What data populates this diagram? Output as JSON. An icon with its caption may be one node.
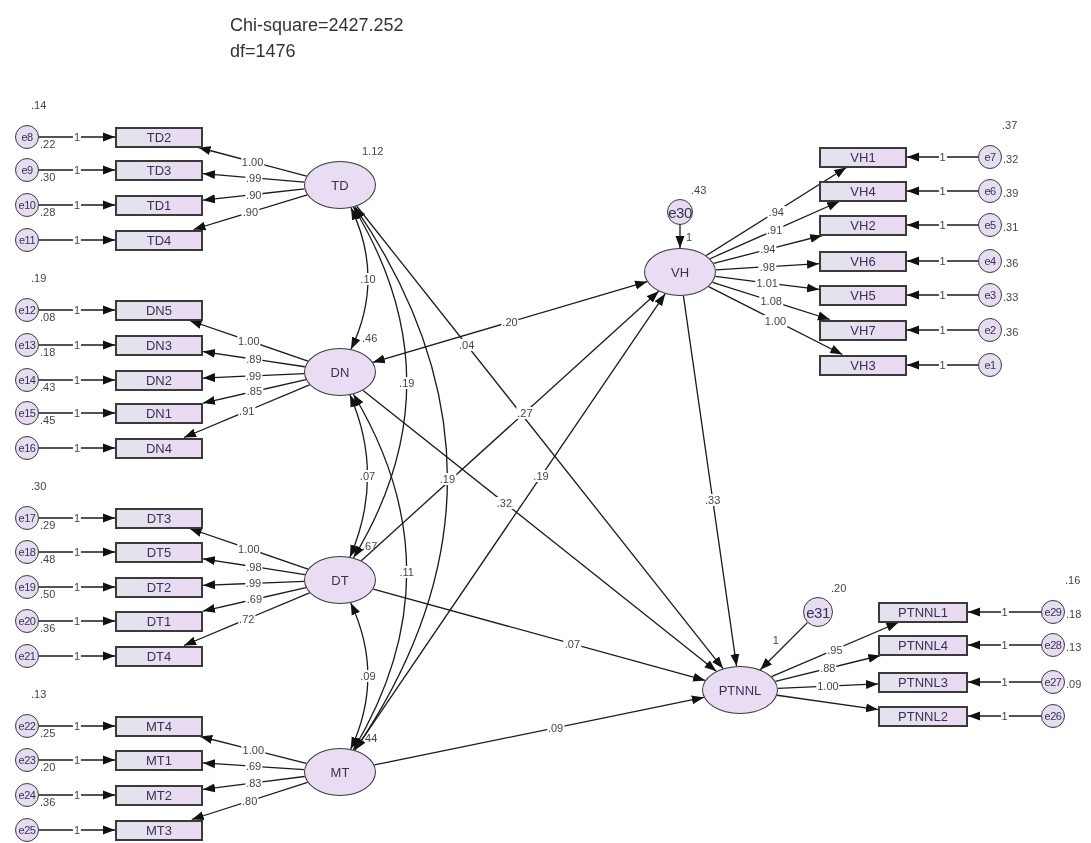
{
  "diagram": {
    "nodes": [
      {
        "text": [
          "TD"
        ],
        "beside": [
          "1.12"
        ]
      },
      {
        "text": [
          "DN"
        ],
        "beside": [
          ".46"
        ]
      },
      {
        "text": [
          "DT"
        ],
        "beside": [
          ".67"
        ]
      },
      {
        "text": [
          "MT"
        ],
        "beside": [
          ".44"
        ]
      },
      {
        "text": [
          "VH"
        ]
      },
      {
        "text": [
          "PTNNL"
        ]
      },
      {
        "text": [
          "e30"
        ],
        "beside": [
          ".43"
        ]
      },
      {
        "text": [
          "e31"
        ],
        "beside": [
          ".20"
        ]
      },
      {
        "text": [
          "TD2"
        ]
      },
      {
        "text": [
          "TD3"
        ]
      },
      {
        "text": [
          "TD1"
        ]
      },
      {
        "text": [
          "TD4"
        ]
      },
      {
        "text": [
          "DN5"
        ]
      },
      {
        "text": [
          "DN3"
        ]
      },
      {
        "text": [
          "DN2"
        ]
      },
      {
        "text": [
          "DN1"
        ]
      },
      {
        "text": [
          "DN4"
        ]
      },
      {
        "text": [
          "DT3"
        ]
      },
      {
        "text": [
          "DT5"
        ]
      },
      {
        "text": [
          "DT2"
        ]
      },
      {
        "text": [
          "DT1"
        ]
      },
      {
        "text": [
          "DT4"
        ]
      },
      {
        "text": [
          "MT4"
        ]
      },
      {
        "text": [
          "MT1"
        ]
      },
      {
        "text": [
          "MT2"
        ]
      },
      {
        "text": [
          "MT3"
        ]
      },
      {
        "text": [
          "VH1"
        ]
      },
      {
        "text": [
          "VH4"
        ]
      },
      {
        "text": [
          "VH2"
        ]
      },
      {
        "text": [
          "VH6"
        ]
      },
      {
        "text": [
          "VH5"
        ]
      },
      {
        "text": [
          "VH7"
        ]
      },
      {
        "text": [
          "VH3"
        ]
      },
      {
        "text": [
          "PTNNL1"
        ]
      },
      {
        "text": [
          "PTNNL4"
        ]
      },
      {
        "text": [
          "PTNNL3"
        ]
      },
      {
        "text": [
          "PTNNL2"
        ]
      },
      {
        "text": [
          "e8"
        ],
        "beside": [
          ".14",
          ".22"
        ]
      },
      {
        "text": [
          "e9"
        ],
        "beside": [
          ".30"
        ]
      },
      {
        "text": [
          "e10"
        ],
        "beside": [
          ".28"
        ]
      },
      {
        "text": [
          "e11"
        ]
      },
      {
        "text": [
          "e12"
        ],
        "beside": [
          ".19",
          ".08"
        ]
      },
      {
        "text": [
          "e13"
        ],
        "beside": [
          ".18"
        ]
      },
      {
        "text": [
          "e14"
        ],
        "beside": [
          ".43"
        ]
      },
      {
        "text": [
          "e15"
        ],
        "beside": [
          ".45"
        ]
      },
      {
        "text": [
          "e16"
        ]
      },
      {
        "text": [
          "e17"
        ],
        "beside": [
          ".30",
          ".29"
        ]
      },
      {
        "text": [
          "e18"
        ],
        "beside": [
          ".48"
        ]
      },
      {
        "text": [
          "e19"
        ],
        "beside": [
          ".50"
        ]
      },
      {
        "text": [
          "e20"
        ],
        "beside": [
          ".36"
        ]
      },
      {
        "text": [
          "e21"
        ]
      },
      {
        "text": [
          "e22"
        ],
        "beside": [
          ".13",
          ".25"
        ]
      },
      {
        "text": [
          "e23"
        ],
        "beside": [
          ".20"
        ]
      },
      {
        "text": [
          "e24"
        ],
        "beside": [
          ".36"
        ]
      },
      {
        "text": [
          "e25"
        ]
      },
      {
        "text": [
          "e7"
        ],
        "beside": [
          ".37",
          ".32"
        ]
      },
      {
        "text": [
          "e6"
        ],
        "beside": [
          ".39"
        ]
      },
      {
        "text": [
          "e5"
        ],
        "beside": [
          ".31"
        ]
      },
      {
        "text": [
          "e4"
        ],
        "beside": [
          ".36"
        ]
      },
      {
        "text": [
          "e3"
        ],
        "beside": [
          ".33"
        ]
      },
      {
        "text": [
          "e2"
        ],
        "beside": [
          ".36"
        ]
      },
      {
        "text": [
          "e1"
        ]
      },
      {
        "text": [
          "e29"
        ],
        "beside": [
          ".16",
          ".18"
        ]
      },
      {
        "text": [
          "e28"
        ],
        "beside": [
          ".13"
        ]
      },
      {
        "text": [
          "e27"
        ],
        "beside": [
          ".09"
        ]
      },
      {
        "text": [
          "e26"
        ]
      }
    ],
    "edges": [
      {
        "from": 0,
        "to": 1,
        "arrow": "both",
        "label": ".10"
      },
      {
        "from": 0,
        "to": 2,
        "arrow": "both",
        "label": ".19"
      },
      {
        "from": 0,
        "to": 3,
        "arrow": "both",
        "label": ".19"
      },
      {
        "from": 1,
        "to": 2,
        "arrow": "both",
        "label": ".07"
      },
      {
        "from": 1,
        "to": 3,
        "arrow": "both",
        "label": ".11"
      },
      {
        "from": 2,
        "to": 3,
        "arrow": "both",
        "label": ".09"
      },
      {
        "from": 1,
        "to": 4,
        "arrow": "both",
        "label": ".20"
      },
      {
        "from": 2,
        "to": 4,
        "arrow": "to",
        "label": ".27"
      },
      {
        "from": 3,
        "to": 4,
        "arrow": "to",
        "label": ".19"
      },
      {
        "from": 0,
        "to": 5,
        "arrow": "to",
        "label": ".04"
      },
      {
        "from": 1,
        "to": 5,
        "arrow": "to",
        "label": ".32"
      },
      {
        "from": 2,
        "to": 5,
        "arrow": "to",
        "label": ".07"
      },
      {
        "from": 3,
        "to": 5,
        "arrow": "to",
        "label": ".09"
      },
      {
        "from": 4,
        "to": 5,
        "arrow": "to",
        "label": ".33"
      },
      {
        "from": 6,
        "to": 4,
        "arrow": "to",
        "label": "1"
      },
      {
        "from": 7,
        "to": 5,
        "arrow": "to",
        "label": "1"
      },
      {
        "from": 0,
        "to": 8,
        "arrow": "to",
        "label": "1.00"
      },
      {
        "from": 0,
        "to": 9,
        "arrow": "to",
        "label": ".99"
      },
      {
        "from": 0,
        "to": 10,
        "arrow": "to",
        "label": ".90"
      },
      {
        "from": 0,
        "to": 11,
        "arrow": "to",
        "label": ".90"
      },
      {
        "from": 1,
        "to": 12,
        "arrow": "to",
        "label": "1.00"
      },
      {
        "from": 1,
        "to": 13,
        "arrow": "to",
        "label": ".89"
      },
      {
        "from": 1,
        "to": 14,
        "arrow": "to",
        "label": ".99"
      },
      {
        "from": 1,
        "to": 15,
        "arrow": "to",
        "label": ".85"
      },
      {
        "from": 1,
        "to": 16,
        "arrow": "to",
        "label": ".91"
      },
      {
        "from": 2,
        "to": 17,
        "arrow": "to",
        "label": "1.00"
      },
      {
        "from": 2,
        "to": 18,
        "arrow": "to",
        "label": ".98"
      },
      {
        "from": 2,
        "to": 19,
        "arrow": "to",
        "label": ".99"
      },
      {
        "from": 2,
        "to": 20,
        "arrow": "to",
        "label": ".69"
      },
      {
        "from": 2,
        "to": 21,
        "arrow": "to",
        "label": ".72"
      },
      {
        "from": 3,
        "to": 22,
        "arrow": "to",
        "label": "1.00"
      },
      {
        "from": 3,
        "to": 23,
        "arrow": "to",
        "label": ".69"
      },
      {
        "from": 3,
        "to": 24,
        "arrow": "to",
        "label": ".83"
      },
      {
        "from": 3,
        "to": 25,
        "arrow": "to",
        "label": ".80"
      },
      {
        "from": 4,
        "to": 26,
        "arrow": "to",
        "label": ".94"
      },
      {
        "from": 4,
        "to": 27,
        "arrow": "to",
        "label": ".91"
      },
      {
        "from": 4,
        "to": 28,
        "arrow": "to",
        "label": ".94"
      },
      {
        "from": 4,
        "to": 29,
        "arrow": "to",
        "label": ".98"
      },
      {
        "from": 4,
        "to": 30,
        "arrow": "to",
        "label": "1.01"
      },
      {
        "from": 4,
        "to": 31,
        "arrow": "to",
        "label": "1.08"
      },
      {
        "from": 4,
        "to": 32,
        "arrow": "to",
        "label": "1.00"
      },
      {
        "from": 5,
        "to": 33,
        "arrow": "to",
        "label": ".95"
      },
      {
        "from": 5,
        "to": 34,
        "arrow": "to",
        "label": ".88"
      },
      {
        "from": 5,
        "to": 35,
        "arrow": "to",
        "label": "1.00"
      },
      {
        "from": 5,
        "to": 36,
        "arrow": "to"
      },
      {
        "from": 37,
        "to": 8,
        "arrow": "to",
        "label": "1"
      },
      {
        "from": 38,
        "to": 9,
        "arrow": "to",
        "label": "1"
      },
      {
        "from": 39,
        "to": 10,
        "arrow": "to",
        "label": "1"
      },
      {
        "from": 40,
        "to": 11,
        "arrow": "to",
        "label": "1"
      },
      {
        "from": 41,
        "to": 12,
        "arrow": "to",
        "label": "1"
      },
      {
        "from": 42,
        "to": 13,
        "arrow": "to",
        "label": "1"
      },
      {
        "from": 43,
        "to": 14,
        "arrow": "to",
        "label": "1"
      },
      {
        "from": 44,
        "to": 15,
        "arrow": "to",
        "label": "1"
      },
      {
        "from": 45,
        "to": 16,
        "arrow": "to",
        "label": "1"
      },
      {
        "from": 46,
        "to": 17,
        "arrow": "to",
        "label": "1"
      },
      {
        "from": 47,
        "to": 18,
        "arrow": "to",
        "label": "1"
      },
      {
        "from": 48,
        "to": 19,
        "arrow": "to",
        "label": "1"
      },
      {
        "from": 49,
        "to": 20,
        "arrow": "to",
        "label": "1"
      },
      {
        "from": 50,
        "to": 21,
        "arrow": "to",
        "label": "1"
      },
      {
        "from": 51,
        "to": 22,
        "arrow": "to",
        "label": "1"
      },
      {
        "from": 52,
        "to": 23,
        "arrow": "to",
        "label": "1"
      },
      {
        "from": 53,
        "to": 24,
        "arrow": "to",
        "label": "1"
      },
      {
        "from": 54,
        "to": 25,
        "arrow": "to",
        "label": "1"
      },
      {
        "from": 55,
        "to": 26,
        "arrow": "to",
        "label": "1"
      },
      {
        "from": 56,
        "to": 27,
        "arrow": "to",
        "label": "1"
      },
      {
        "from": 57,
        "to": 28,
        "arrow": "to",
        "label": "1"
      },
      {
        "from": 58,
        "to": 29,
        "arrow": "to",
        "label": "1"
      },
      {
        "from": 59,
        "to": 30,
        "arrow": "to",
        "label": "1"
      },
      {
        "from": 60,
        "to": 31,
        "arrow": "to",
        "label": "1"
      },
      {
        "from": 61,
        "to": 32,
        "arrow": "to",
        "label": "1"
      },
      {
        "from": 62,
        "to": 33,
        "arrow": "to",
        "label": "1"
      },
      {
        "from": 63,
        "to": 34,
        "arrow": "to",
        "label": "1"
      },
      {
        "from": 64,
        "to": 35,
        "arrow": "to",
        "label": "1"
      },
      {
        "from": 65,
        "to": 36,
        "arrow": "to",
        "label": "1"
      }
    ],
    "labels": [
      "Chi-square=2427.252",
      "df=1476"
    ]
  }
}
